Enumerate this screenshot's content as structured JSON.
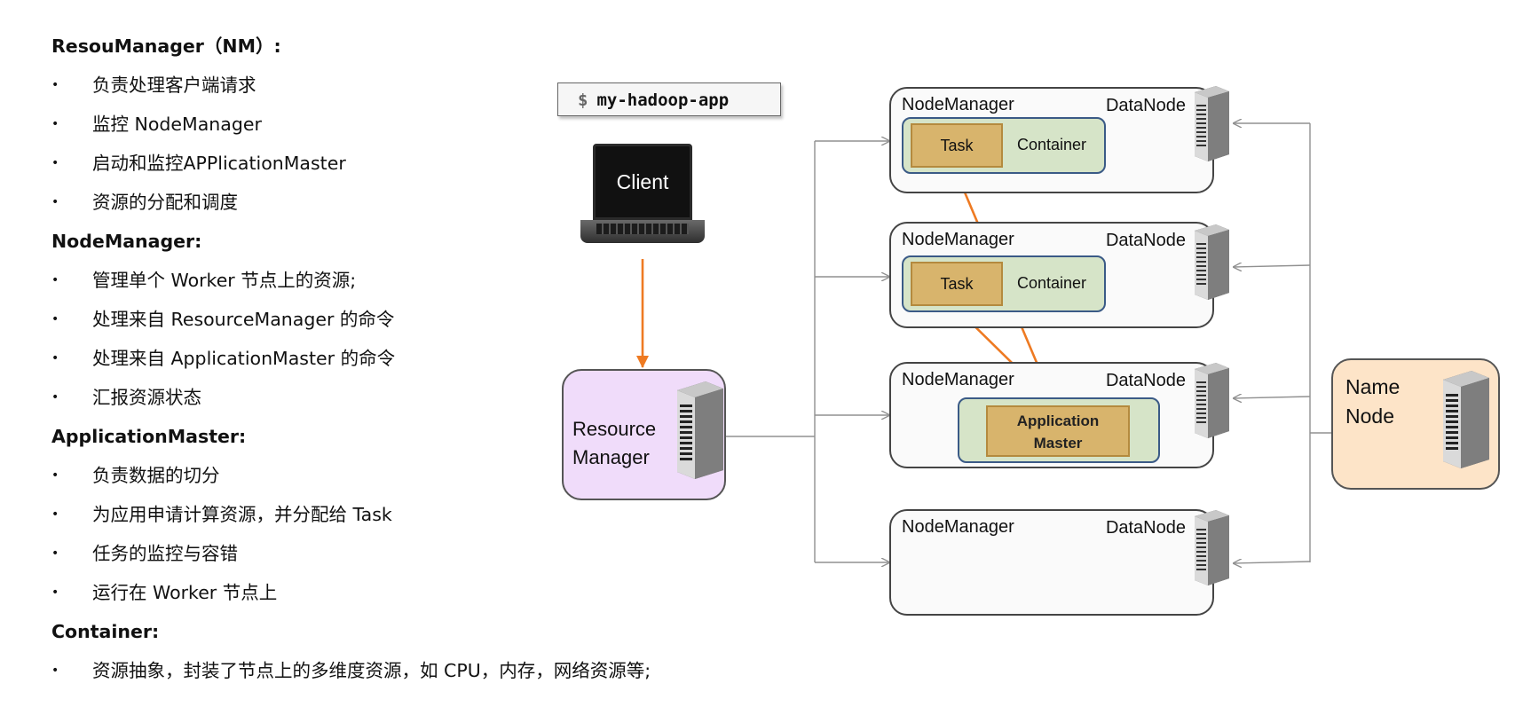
{
  "left_text": {
    "rm_title": "ResouManager（NM）:",
    "rm_items": [
      "负责处理客户端请求",
      "监控 NodeManager",
      "启动和监控APPlicationMaster",
      "资源的分配和调度"
    ],
    "nm_title": "NodeManager:",
    "nm_items": [
      "管理单个 Worker 节点上的资源;",
      "处理来自 ResourceManager 的命令",
      "处理来自 ApplicationMaster 的命令",
      "汇报资源状态"
    ],
    "am_title": "ApplicationMaster:",
    "am_items": [
      "负责数据的切分",
      "为应用申请计算资源，并分配给 Task",
      "任务的监控与容错",
      "运行在 Worker 节点上"
    ],
    "container_title": "Container:",
    "container_items": [
      "资源抽象，封装了节点上的多维度资源，如 CPU，内存，网络资源等;"
    ]
  },
  "diagram": {
    "command_prompt": "$",
    "command": "my-hadoop-app",
    "client_label": "Client",
    "resource_manager_label": [
      "Resource",
      "Manager"
    ],
    "name_node_label": [
      "Name",
      "Node"
    ],
    "node_manager_label": "NodeManager",
    "data_node_label": "DataNode",
    "task_label": "Task",
    "container_label": "Container",
    "application_master_label": [
      "Application",
      "Master"
    ],
    "colors": {
      "arrow_orange": "#ee7a22",
      "connector_gray": "#909090",
      "resource_manager_fill": "#f0dcfa",
      "name_node_fill": "#fde4c8",
      "container_fill": "#d6e4c8",
      "task_fill": "#d8b46c"
    }
  }
}
